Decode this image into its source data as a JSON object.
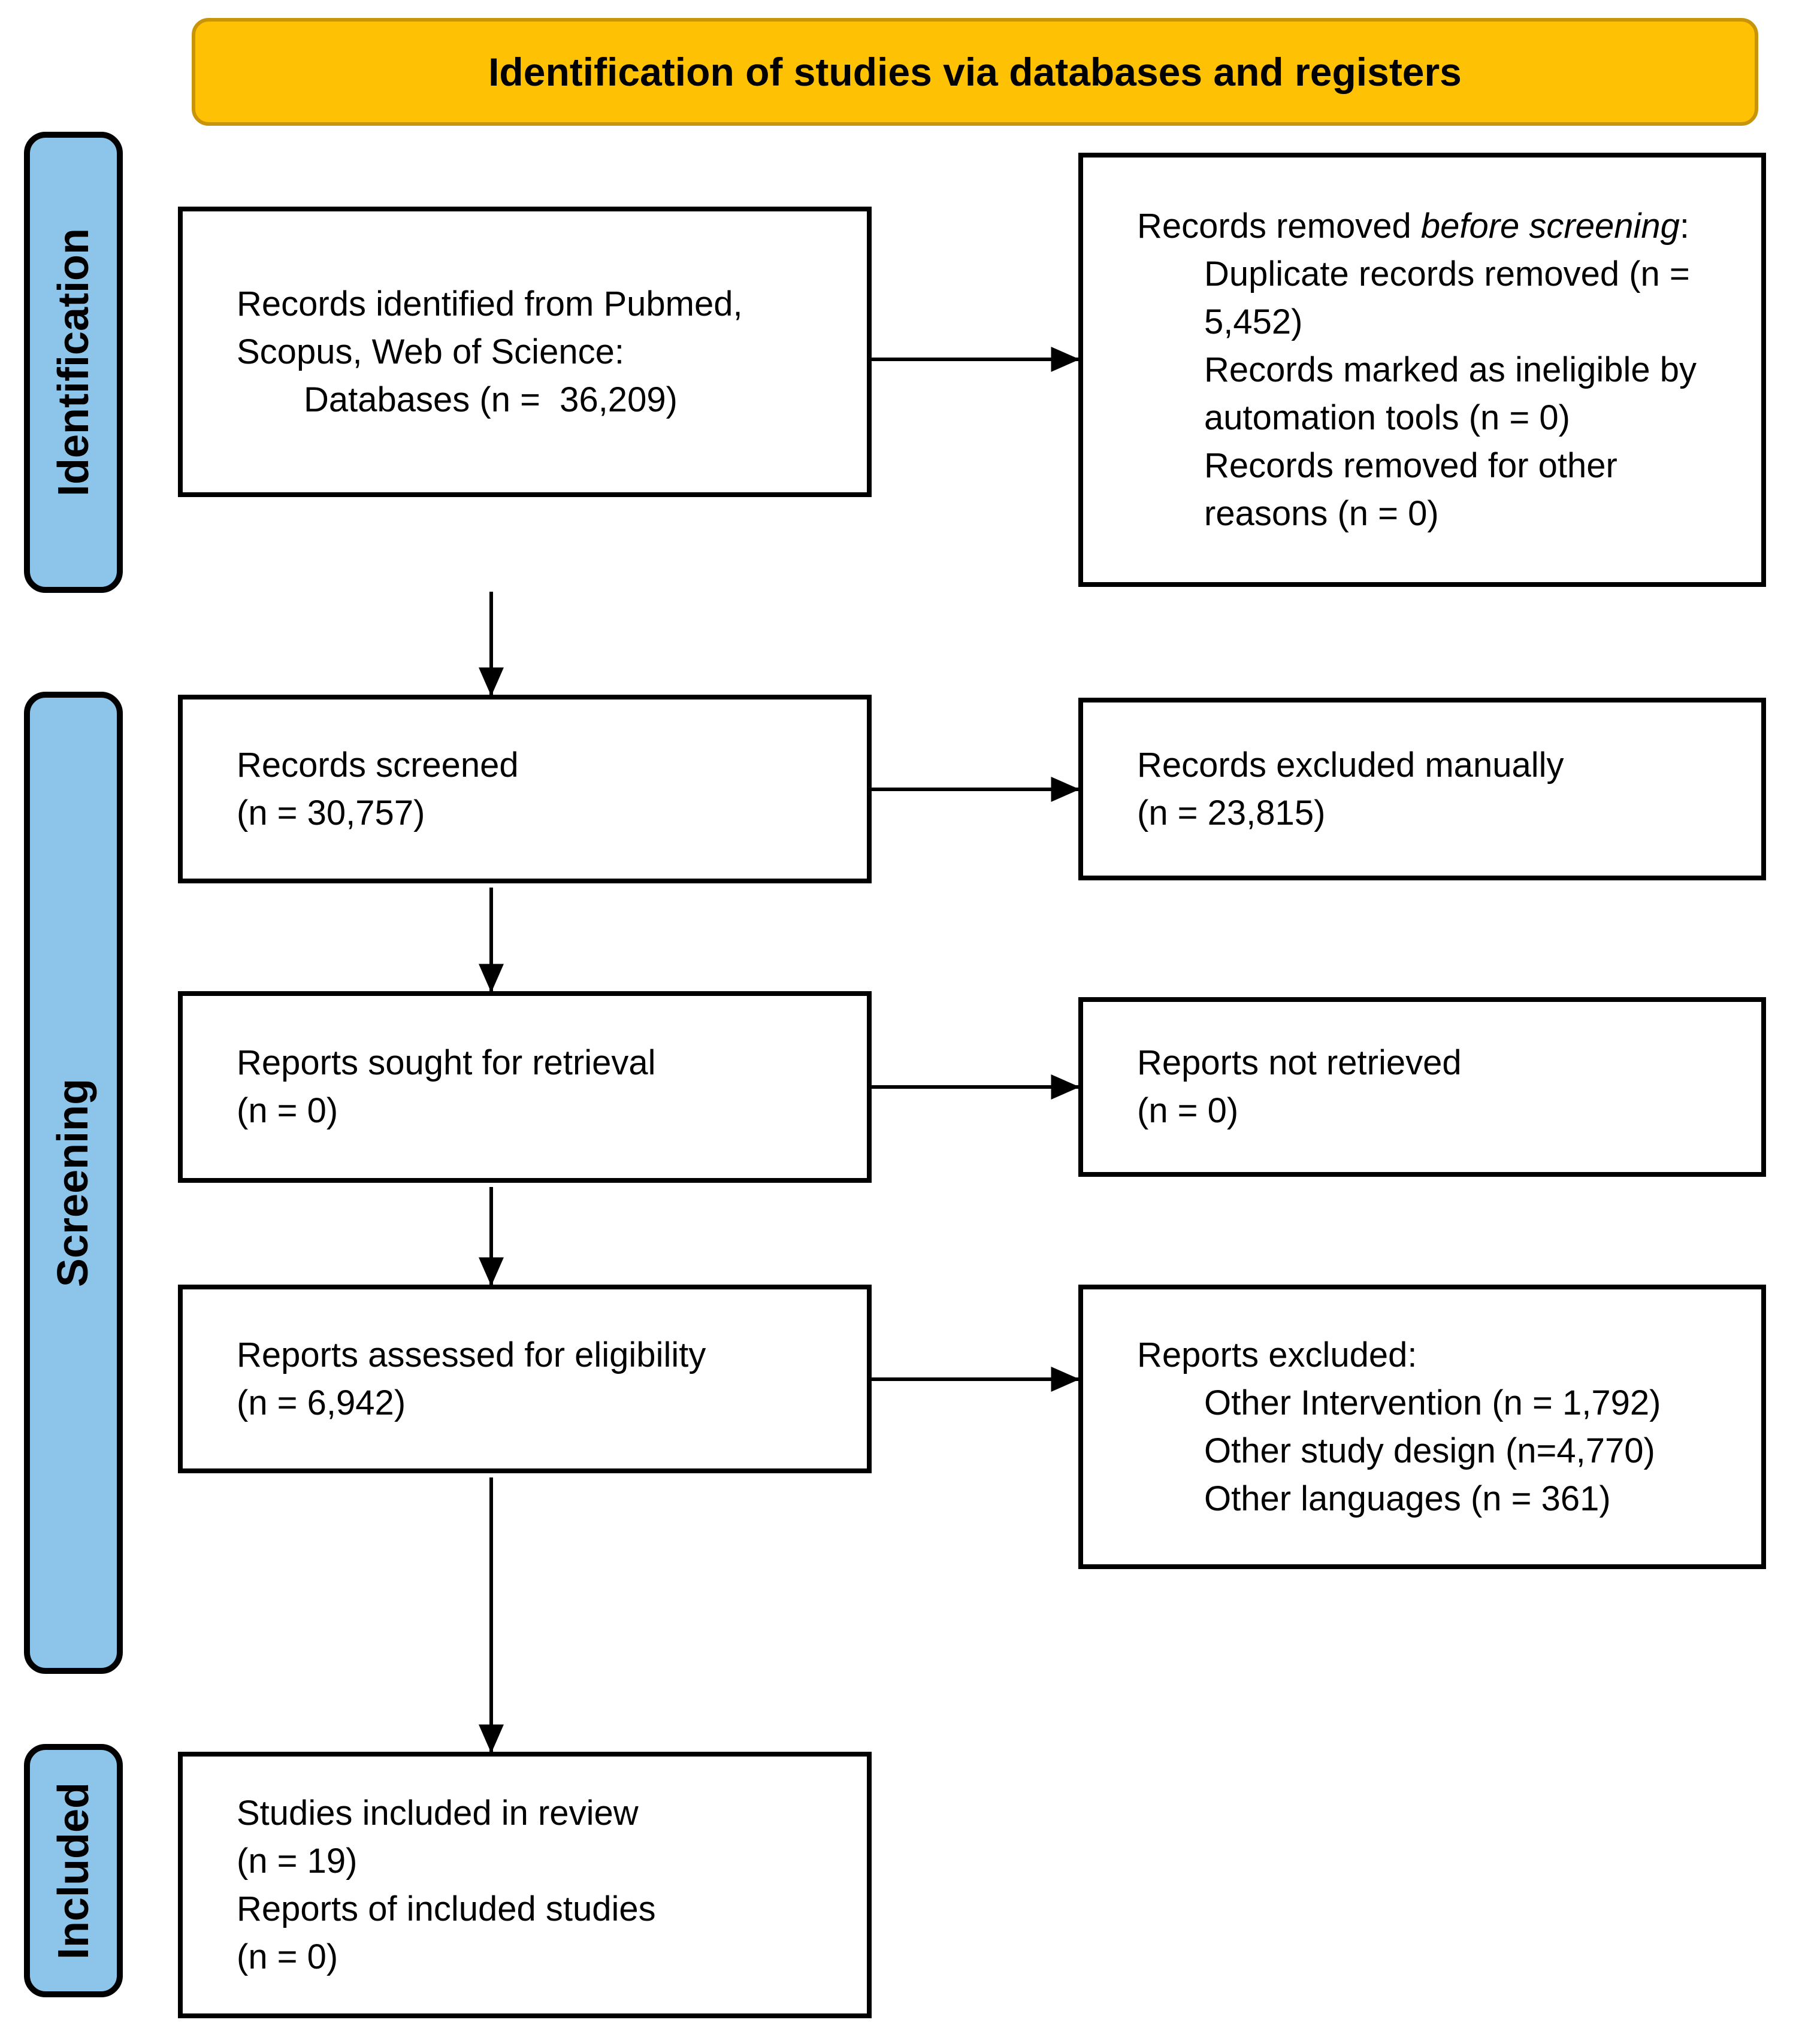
{
  "banner": {
    "title": "Identification of studies via databases and registers"
  },
  "colors": {
    "banner_bg": "#FFC103",
    "banner_border": "#C8940A",
    "stage_bg": "#8CC4EA",
    "stage_border": "#000000",
    "box_border": "#000000",
    "arrow": "#000000",
    "page_bg": "#FFFFFF"
  },
  "stages": {
    "identification": "Identification",
    "screening": "Screening",
    "included": "Included"
  },
  "boxes": {
    "records_identified": {
      "line1": "Records identified from Pubmed, Scopus, Web of Science:",
      "line2_indented": "Databases (n =  36,209)"
    },
    "records_removed": {
      "intro_plain": "Records removed ",
      "intro_italic": "before screening",
      "intro_suffix": ":",
      "items": [
        "Duplicate records removed (n = 5,452)",
        "Records marked as ineligible by automation tools (n = 0)",
        "Records removed for other reasons (n = 0)"
      ]
    },
    "records_screened": {
      "line1": "Records screened",
      "line2": "(n = 30,757)"
    },
    "records_excluded": {
      "line1": "Records excluded manually",
      "line2": "(n = 23,815)"
    },
    "reports_sought": {
      "line1": "Reports sought for retrieval",
      "line2": "(n = 0)"
    },
    "reports_not_retrieved": {
      "line1": "Reports not retrieved",
      "line2": "(n = 0)"
    },
    "reports_assessed": {
      "line1": "Reports assessed for eligibility",
      "line2": "(n = 6,942)"
    },
    "reports_excluded": {
      "intro": "Reports excluded:",
      "items": [
        "Other Intervention (n = 1,792)",
        "Other study design (n=4,770)",
        "Other languages (n = 361)"
      ]
    },
    "studies_included": {
      "line1": "Studies included in review",
      "line2": "(n = 19)",
      "line3": "Reports of included studies",
      "line4": "(n = 0)"
    }
  }
}
